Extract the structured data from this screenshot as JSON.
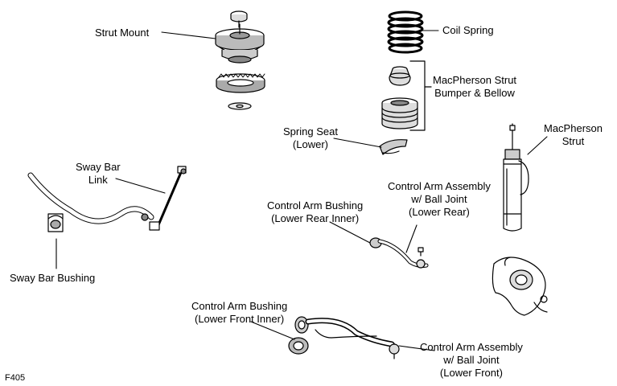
{
  "labels": {
    "strut_mount": "Strut Mount",
    "coil_spring": "Coil Spring",
    "macpherson_strut_bumper": [
      "MacPherson Strut",
      "Bumper & Bellow"
    ],
    "spring_seat": [
      "Spring Seat",
      "(Lower)"
    ],
    "macpherson_strut": [
      "MacPherson",
      "Strut"
    ],
    "sway_bar_link": [
      "Sway Bar",
      "Link"
    ],
    "control_arm_assembly_rear": [
      "Control Arm Assembly",
      "w/ Ball Joint",
      "(Lower Rear)"
    ],
    "control_arm_bushing_rear": [
      "Control Arm Bushing",
      "(Lower Rear Inner)"
    ],
    "sway_bar_bushing": "Sway Bar Bushing",
    "control_arm_bushing_front": [
      "Control Arm Bushing",
      "(Lower Front Inner)"
    ],
    "control_arm_assembly_front": [
      "Control Arm Assembly",
      "w/ Ball Joint",
      "(Lower Front)"
    ]
  },
  "figure_id": "F405"
}
